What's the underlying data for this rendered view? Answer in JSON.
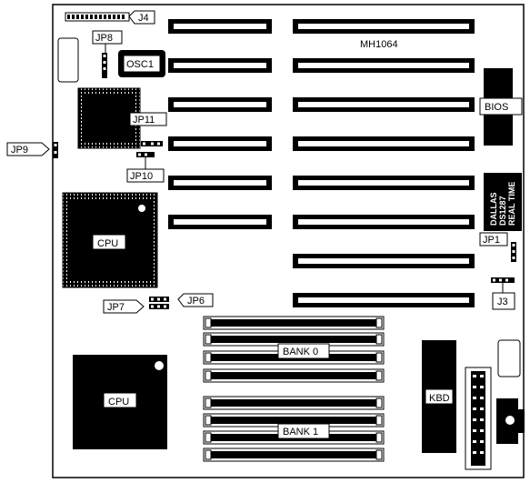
{
  "board": {
    "model": "MH1064",
    "labels": {
      "j4": "J4",
      "jp8": "JP8",
      "osc1": "OSC1",
      "jp11": "JP11",
      "jp9": "JP9",
      "jp10": "JP10",
      "bios": "BIOS",
      "cpu_top": "CPU",
      "jp1": "JP1",
      "jp3": "J3",
      "jp7": "JP7",
      "jp6": "JP6",
      "bank0": "BANK 0",
      "bank1": "BANK 1",
      "cpu_bottom": "CPU",
      "kbd": "KBD"
    },
    "rtc_chip": {
      "line1": "DALLAS",
      "line2": "DS1287",
      "line3": "REAL TIME"
    }
  }
}
